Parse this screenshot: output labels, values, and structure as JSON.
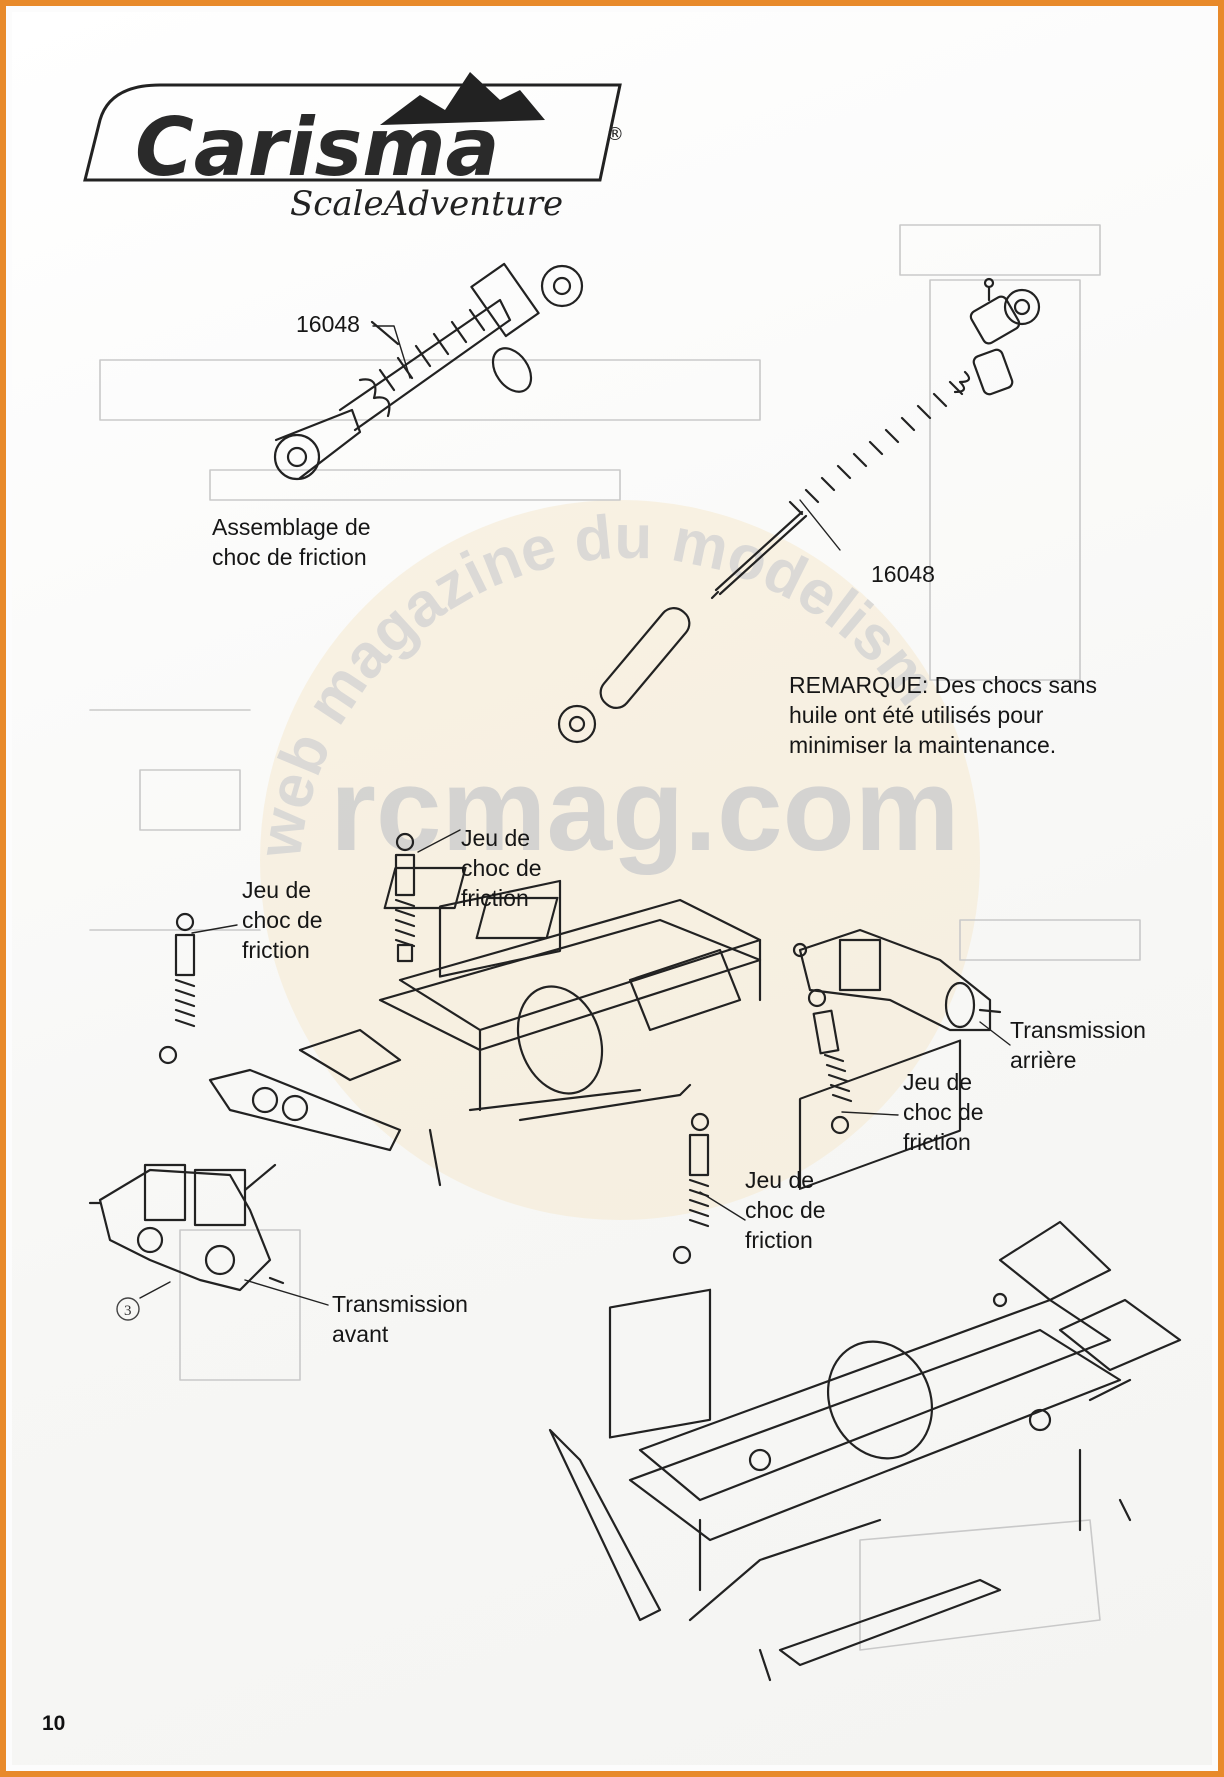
{
  "brand": {
    "logo_name": "Carisma",
    "logo_sub": "ScaleAdventure",
    "registered_mark": "®"
  },
  "labels": {
    "part_16048_top": "16048",
    "friction_shock_assembly": "Assemblage de\nchoc de friction",
    "part_16048_right": "16048",
    "note": "REMARQUE: Des chocs sans\nhuile ont été utilisés pour\nminimiser la maintenance.",
    "shock_set_a": "Jeu de\nchoc de\nfriction",
    "shock_set_b": "Jeu de\nchoc de\nfriction",
    "rear_transmission": "Transmission\narrière",
    "shock_set_c": "Jeu de\nchoc de\nfriction",
    "shock_set_d": "Jeu de\nchoc de\nfriction",
    "front_transmission": "Transmission\navant",
    "step_marker": "3"
  },
  "watermark": {
    "text_arc": "web magazine du modelisme",
    "text_main": "rcmag.com"
  },
  "page_number": "10",
  "colors": {
    "border": "#e88a2b",
    "watermark_circle": "#f3e3b0",
    "watermark_text": "#c9c9c9"
  }
}
